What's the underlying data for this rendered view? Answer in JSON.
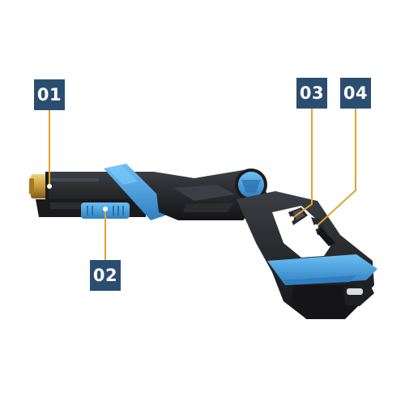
{
  "callouts": [
    {
      "id": "01",
      "label": "01",
      "part": "brass-nozzle"
    },
    {
      "id": "02",
      "label": "02",
      "part": "nozzle-adjust-slider"
    },
    {
      "id": "03",
      "label": "03",
      "part": "trigger"
    },
    {
      "id": "04",
      "label": "04",
      "part": "safety-lock"
    }
  ],
  "colors": {
    "callout_bg": "#2b4e70",
    "leader_line": "#e0a62a",
    "body_black": "#1c1c1e",
    "body_dark": "#2d2f33",
    "accent_blue": "#3a8fd1",
    "accent_blue_light": "#5fb2ee",
    "brass": "#c89b3a"
  }
}
